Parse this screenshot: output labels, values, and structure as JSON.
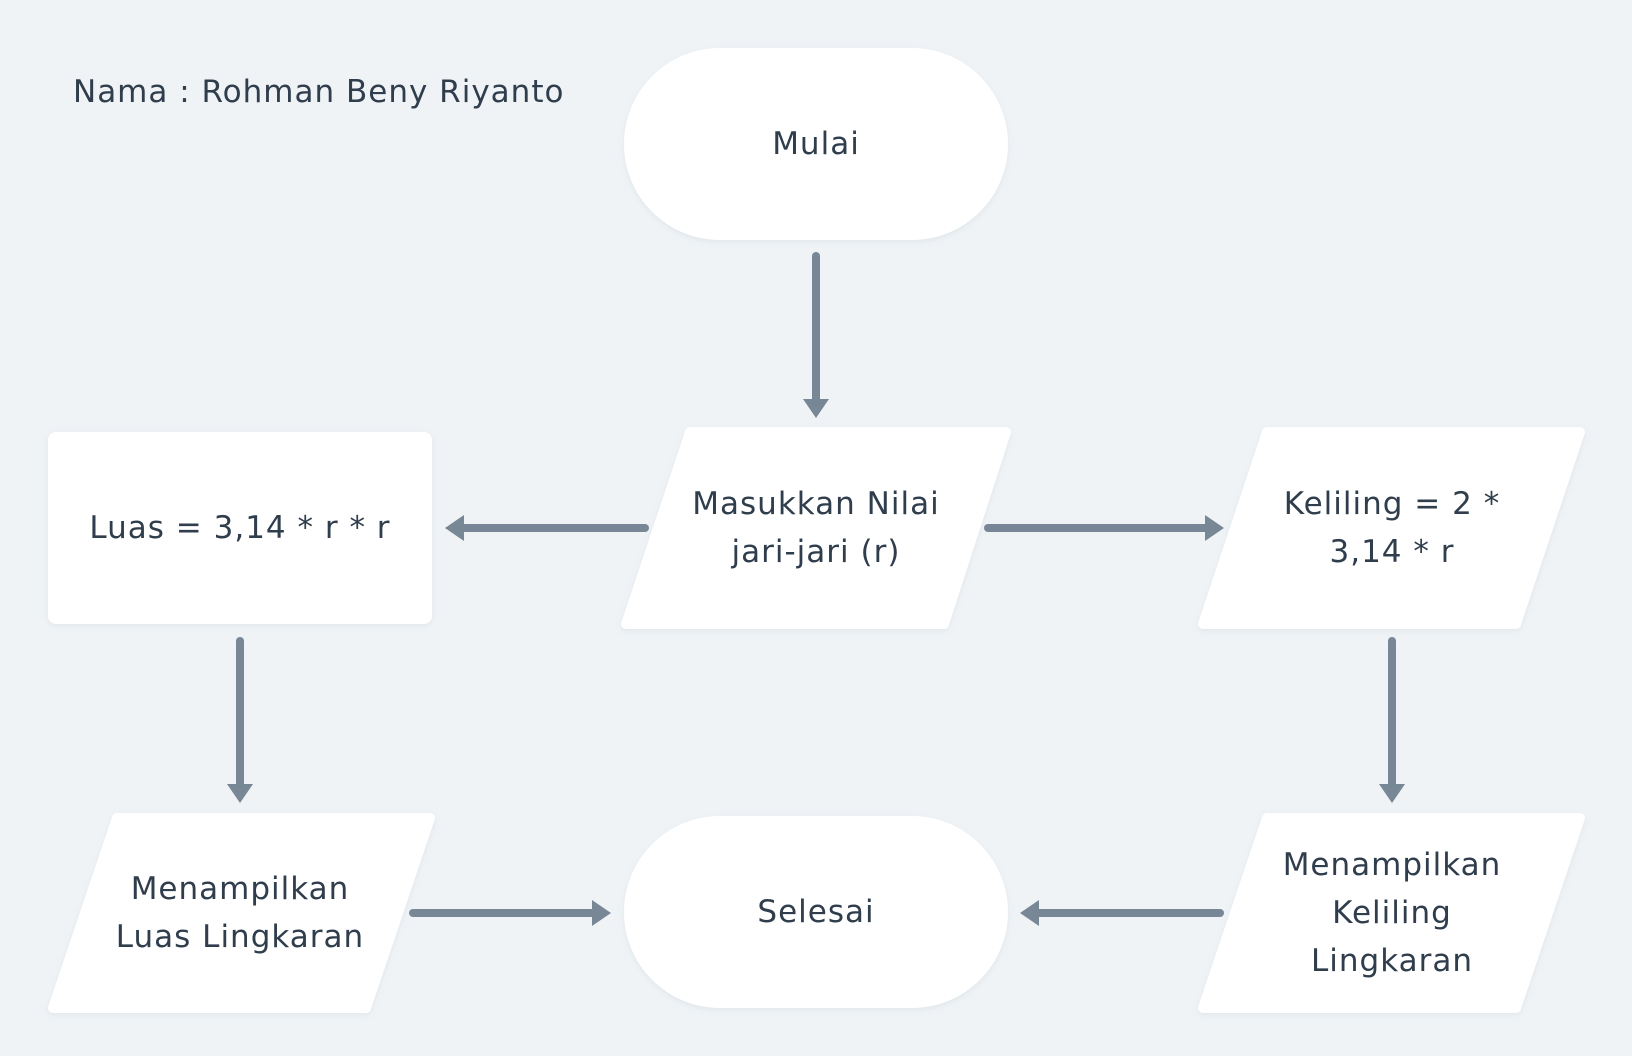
{
  "author_label": "Nama : Rohman Beny Riyanto",
  "nodes": {
    "start": {
      "label": "Mulai"
    },
    "input": {
      "line1": "Masukkan Nilai",
      "line2": "jari-jari (r)"
    },
    "area_process": {
      "label": "Luas = 3,14 * r * r"
    },
    "circumference_process": {
      "line1": "Keliling = 2 *",
      "line2": "3,14 * r"
    },
    "show_area": {
      "line1": "Menampilkan",
      "line2": "Luas Lingkaran"
    },
    "end": {
      "label": "Selesai"
    },
    "show_circumference": {
      "line1": "Menampilkan",
      "line2": "Keliling",
      "line3": "Lingkaran"
    }
  },
  "colors": {
    "background": "#eff3f6",
    "node_fill": "#ffffff",
    "arrow": "#778796",
    "text": "#2f3d4c"
  }
}
